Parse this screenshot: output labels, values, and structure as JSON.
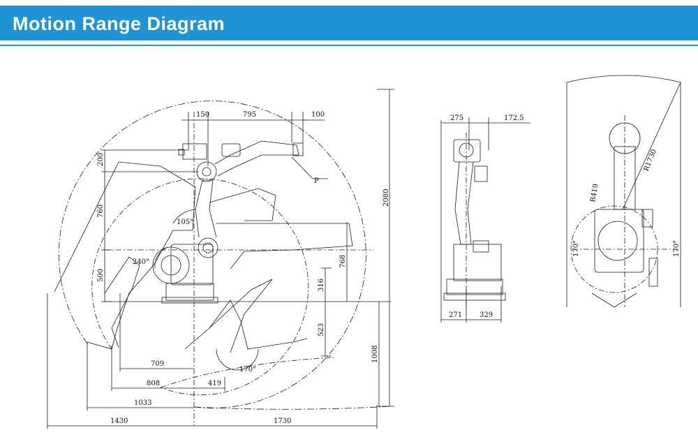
{
  "header": {
    "title": "Motion Range Diagram"
  },
  "colors": {
    "banner": "#1f93d6",
    "ink": "#1a1a1a"
  },
  "side_view": {
    "top_dims": [
      "150",
      "795",
      "100"
    ],
    "point_label": "P",
    "left_dims": [
      "200",
      "760",
      "500"
    ],
    "angles": [
      "105°",
      "240°",
      "170°"
    ],
    "right_dims": [
      "768",
      "316",
      "523",
      "1008",
      "2080"
    ],
    "bottom_dims": [
      "709",
      "808",
      "419",
      "1033",
      "1430",
      "1730"
    ]
  },
  "front_view": {
    "top_dims": [
      "275",
      "172.5"
    ],
    "bottom_dims": [
      "271",
      "329"
    ]
  },
  "top_view": {
    "radii": [
      "R1730",
      "R419"
    ],
    "angles": [
      "170°",
      "170°"
    ]
  }
}
